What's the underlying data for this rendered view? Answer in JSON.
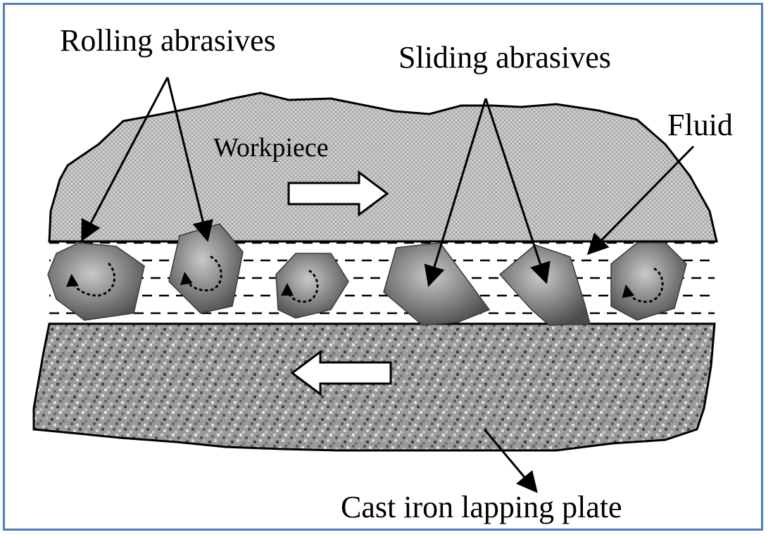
{
  "diagram": {
    "labels": {
      "rolling": "Rolling abrasives",
      "sliding": "Sliding abrasives",
      "fluid": "Fluid",
      "workpiece": "Workpiece",
      "plate": "Cast iron lapping plate"
    },
    "colors": {
      "frame": "#4f7fbf",
      "workpiece_fill": "#bdbdbd",
      "plate_fill": "#8a8a8a",
      "abrasive_fill": "#707070",
      "ink": "#000000"
    },
    "motion": {
      "workpiece_direction": "right",
      "plate_direction": "left"
    }
  }
}
